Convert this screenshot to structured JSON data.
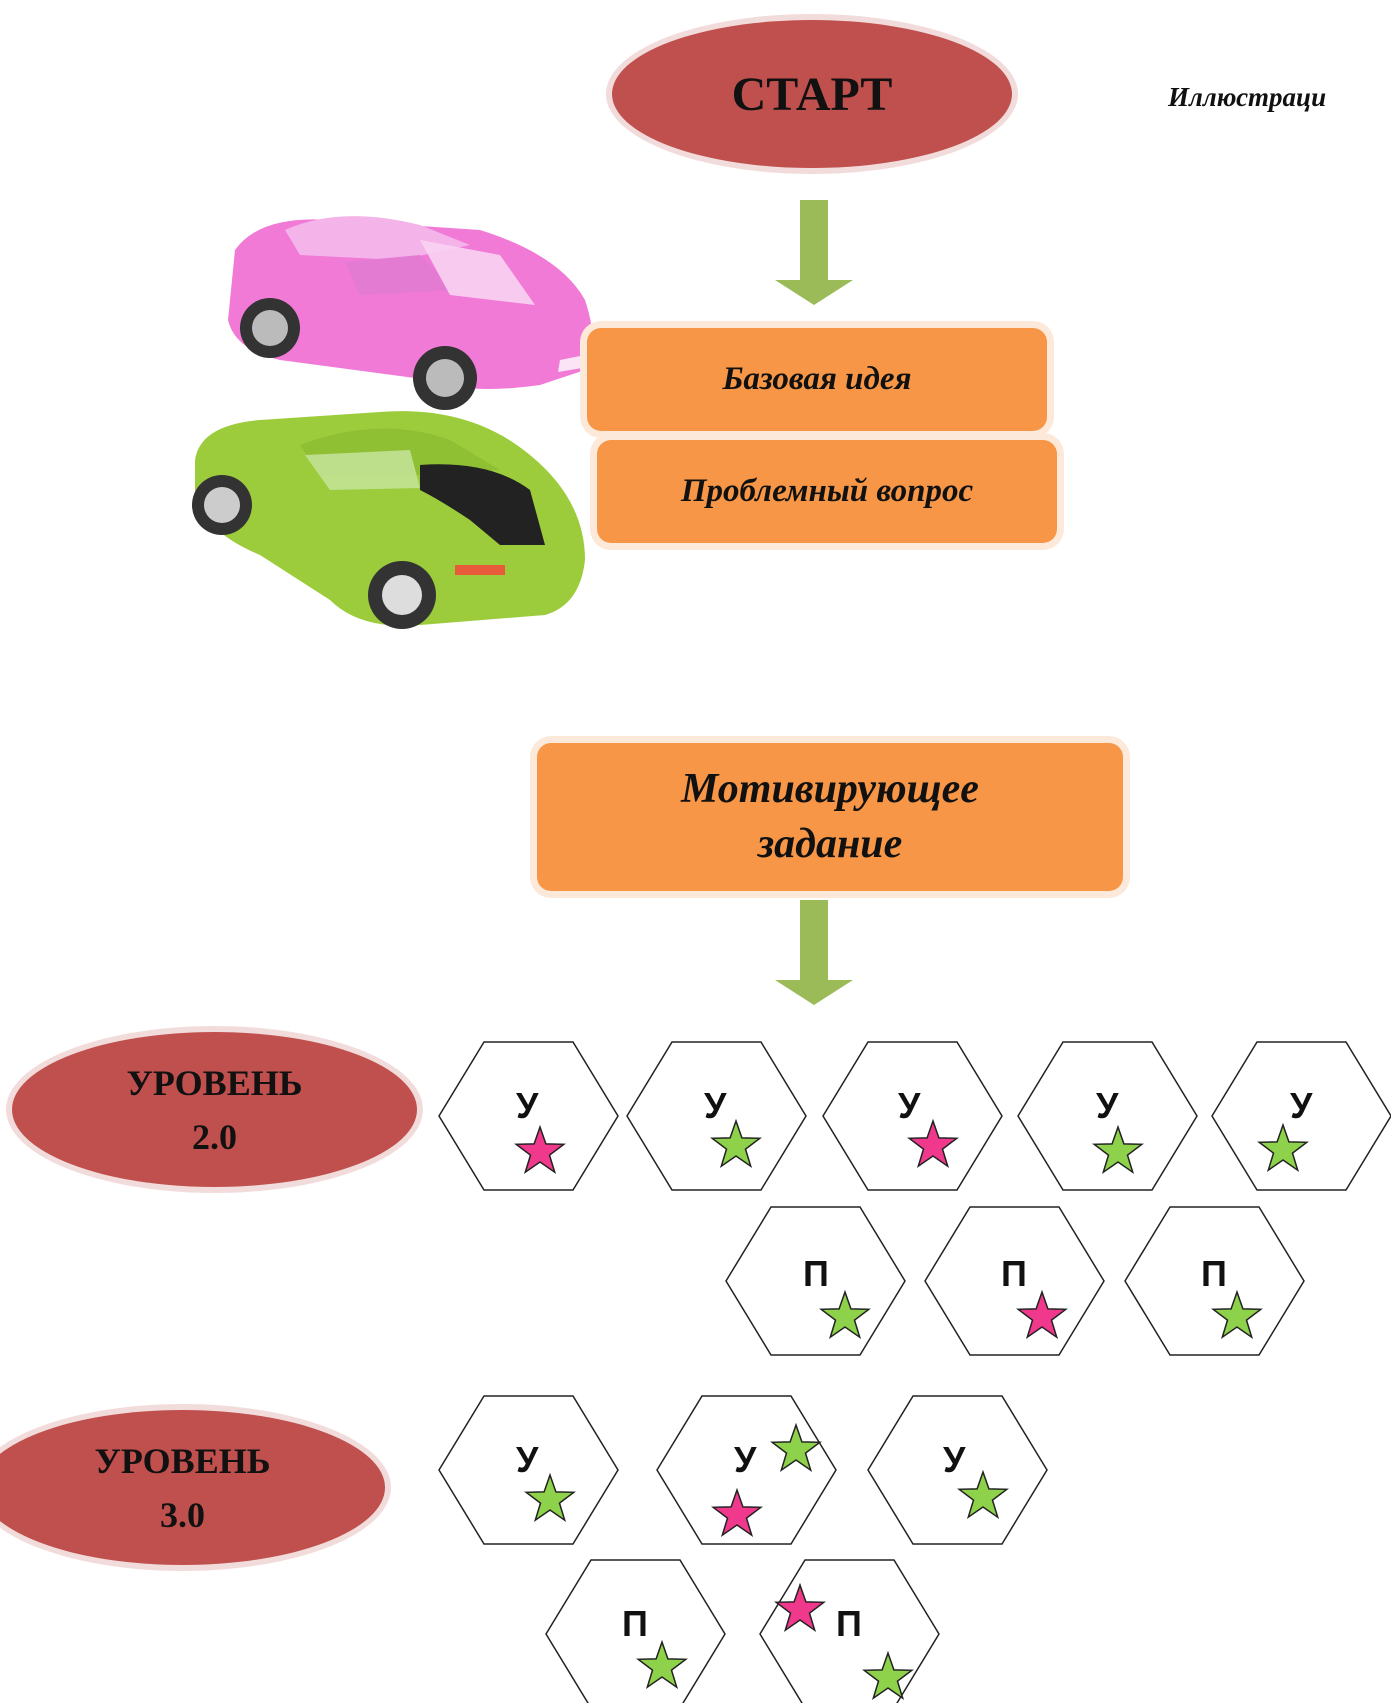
{
  "start": {
    "label": "СТАРТ"
  },
  "caption": "Иллюстраци",
  "boxes": {
    "base_idea": "Базовая идея",
    "problem_question": "Проблемный вопрос",
    "motivating_task_line1": "Мотивирующее",
    "motivating_task_line2": "задание"
  },
  "levels": {
    "level2": {
      "line1": "УРОВЕНЬ",
      "line2": "2.0"
    },
    "level3": {
      "line1": "УРОВЕНЬ",
      "line2": "3.0"
    }
  },
  "letters": {
    "u": "У",
    "p": "П"
  },
  "colors": {
    "oval": "#c0504d",
    "box": "#f79646",
    "arrow": "#9bbb59",
    "star_green": "#8ed14a",
    "star_pink": "#f0388c"
  },
  "icons": [
    "pink-car-image",
    "green-car-image",
    "down-arrow-icon",
    "star-icon",
    "hexagon-icon"
  ]
}
